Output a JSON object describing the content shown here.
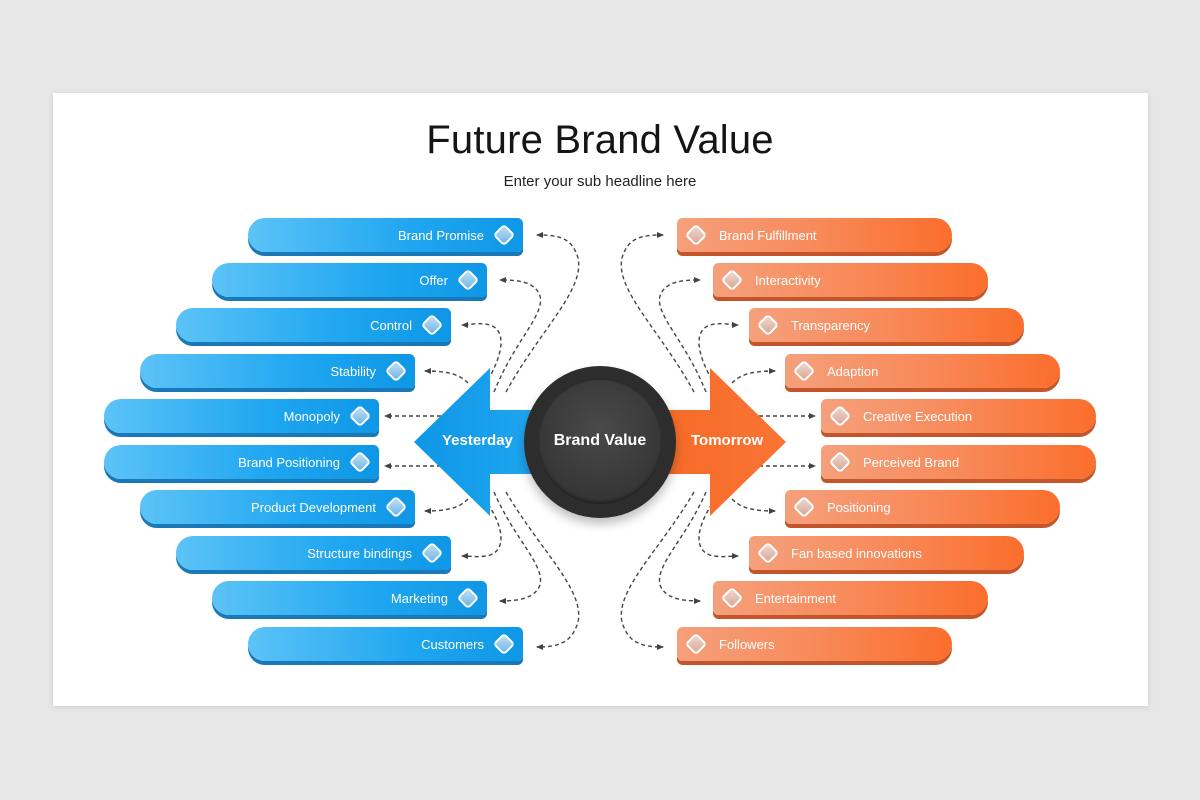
{
  "slide": {
    "title": "Future Brand Value",
    "subtitle": "Enter your sub headline here"
  },
  "center": {
    "hub_label": "Brand Value",
    "left_arrow_label": "Yesterday",
    "right_arrow_label": "Tomorrow"
  },
  "colors": {
    "blue": "#1fa6f0",
    "orange": "#fb6e2c",
    "hub": "#333333"
  },
  "left_items": [
    {
      "label": "Brand Promise"
    },
    {
      "label": "Offer"
    },
    {
      "label": "Control"
    },
    {
      "label": "Stability"
    },
    {
      "label": "Monopoly"
    },
    {
      "label": "Brand Positioning"
    },
    {
      "label": "Product Development"
    },
    {
      "label": "Structure bindings"
    },
    {
      "label": "Marketing"
    },
    {
      "label": "Customers"
    }
  ],
  "right_items": [
    {
      "label": "Brand Fulfillment"
    },
    {
      "label": "Interactivity"
    },
    {
      "label": "Transparency"
    },
    {
      "label": "Adaption"
    },
    {
      "label": "Creative Execution"
    },
    {
      "label": "Perceived Brand"
    },
    {
      "label": "Positioning"
    },
    {
      "label": "Fan based innovations"
    },
    {
      "label": "Entertainment"
    },
    {
      "label": "Followers"
    }
  ]
}
